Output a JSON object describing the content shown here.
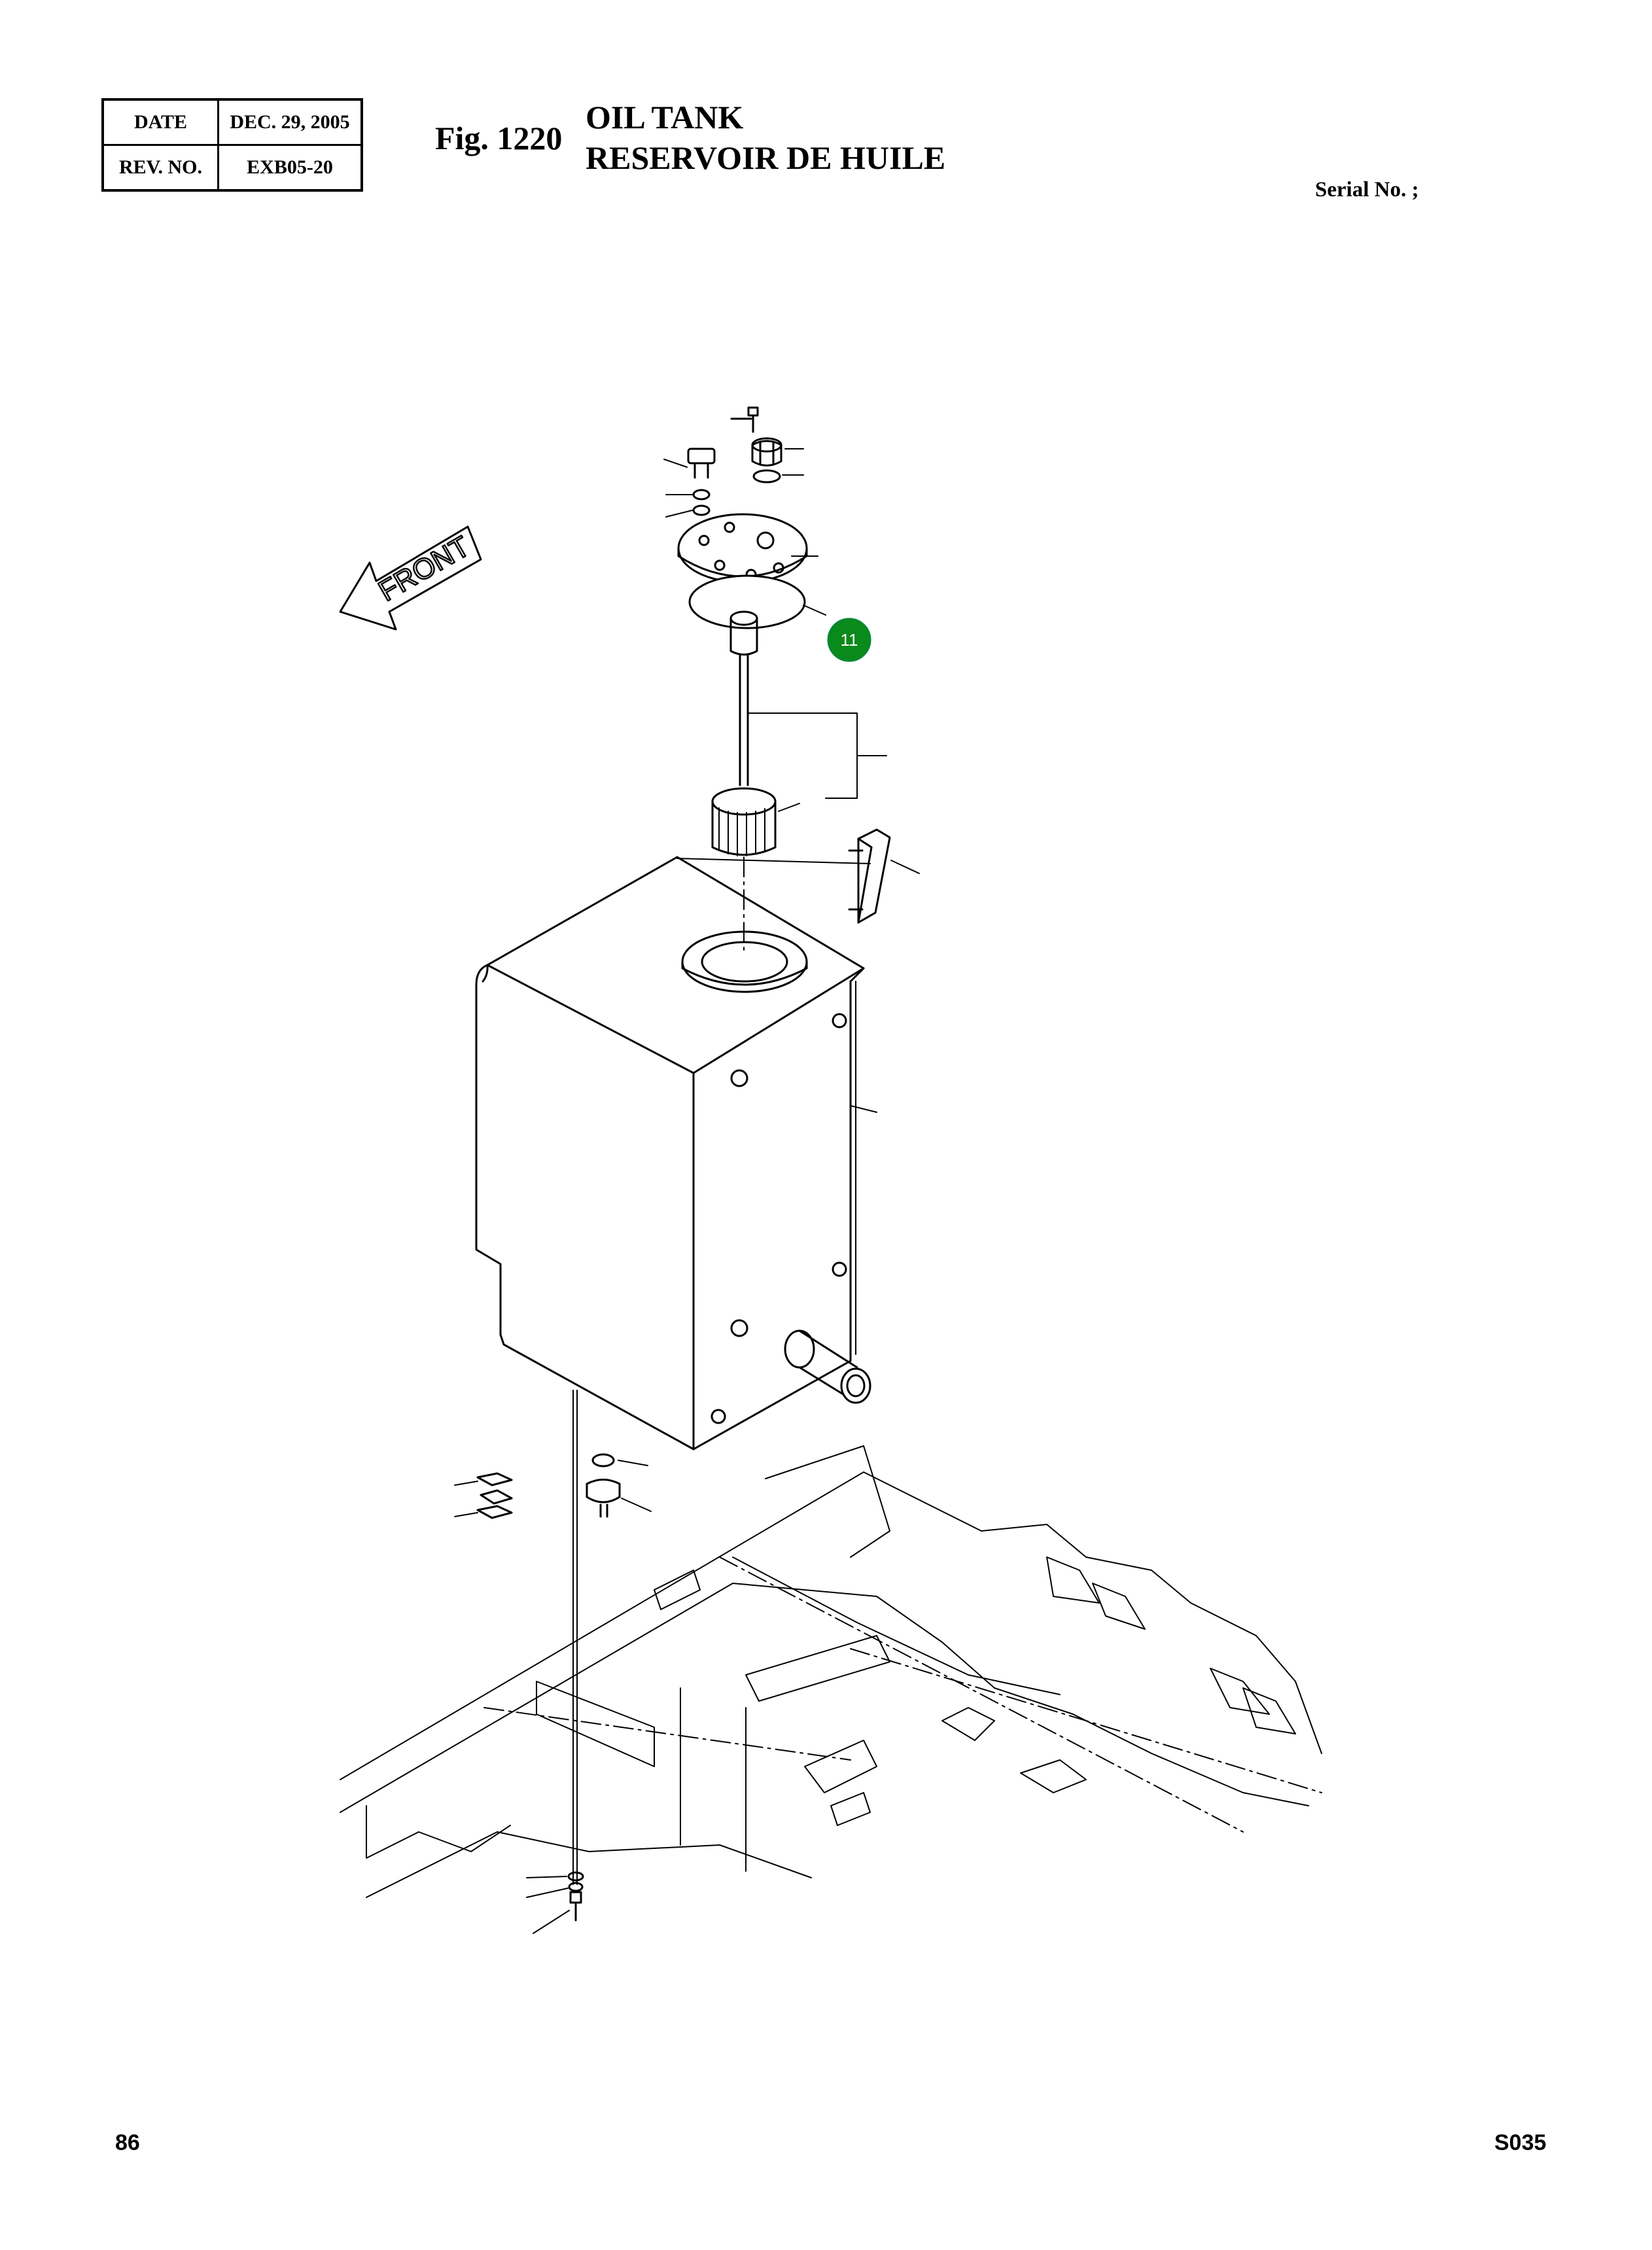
{
  "header": {
    "date_label": "DATE",
    "date_value": "DEC. 29, 2005",
    "rev_label": "REV. NO.",
    "rev_value": "EXB05-20",
    "fig_number": "Fig. 1220",
    "title_en": "OIL TANK",
    "title_fr": "RESERVOIR DE HUILE",
    "serial": "Serial No. ;"
  },
  "diagram": {
    "front_label": "FRONT",
    "callouts": [
      {
        "label": "11",
        "color": "#0a8a1a"
      }
    ]
  },
  "footer": {
    "page_number": "86",
    "code": "S035"
  }
}
